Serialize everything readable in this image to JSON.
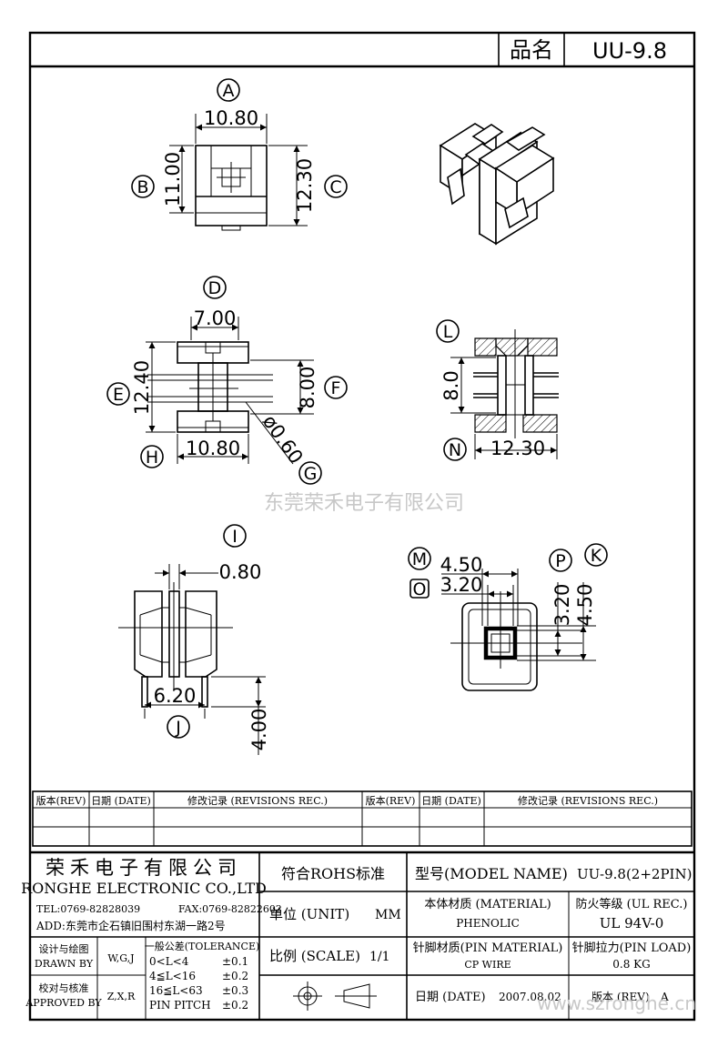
{
  "header": {
    "name_label": "品名",
    "name_value": "UU-9.8"
  },
  "callouts": {
    "A": "A",
    "B": "B",
    "C": "C",
    "D": "D",
    "E": "E",
    "F": "F",
    "G": "G",
    "H": "H",
    "I": "I",
    "J": "J",
    "K": "K",
    "L": "L",
    "M": "M",
    "N": "N",
    "O": "O",
    "P": "P"
  },
  "dimensions": {
    "A": "10.80",
    "B": "11.00",
    "C": "12.30",
    "D": "7.00",
    "E": "12.40",
    "F": "8.00",
    "G": "ø0.60",
    "H": "10.80",
    "I": "0.80",
    "J": "6.20",
    "J2": "4.00",
    "L": "8.0",
    "N": "12.30",
    "M": "4.50",
    "O": "3.20",
    "P": "3.20",
    "K": "4.50"
  },
  "watermark_center": "东莞荣禾电子有限公司",
  "watermark_corner": "www.szronghe.cn",
  "revisions": {
    "headers": [
      "版本(REV)",
      "日期 (DATE)",
      "修改记录 (REVISIONS REC.)",
      "版本(REV)",
      "日期 (DATE)",
      "修改记录 (REVISIONS REC.)"
    ]
  },
  "company": {
    "name_cn": "荣禾电子有限公司",
    "name_en": "RONGHE ELECTRONIC CO.,LTD",
    "tel": "TEL:0769-82828039",
    "fax": "FAX:0769-82822602",
    "address": "ADD:东莞市企石镇旧围村东湖一路2号"
  },
  "signoff": {
    "design_cn": "设计与绘图",
    "design_en": "DRAWN BY",
    "design_value": "W,G,J",
    "check_cn": "校对与核准",
    "check_en": "APPROVED BY",
    "check_value": "Z,X,R"
  },
  "tolerance": {
    "title": "一般公差(TOLERANCE)",
    "rows": [
      {
        "range": "0<L<4",
        "value": "±0.1"
      },
      {
        "range": "4≦L<16",
        "value": "±0.2"
      },
      {
        "range": "16≦L<63",
        "value": "±0.3"
      },
      {
        "range": "PIN PITCH",
        "value": "±0.2"
      }
    ]
  },
  "spec": {
    "rohs": "符合ROHS标准",
    "unit_label": "单位 (UNIT)",
    "unit_value": "MM",
    "scale_label": "比例 (SCALE)",
    "scale_value": "1/1",
    "model_label": "型号(MODEL NAME)",
    "model_value": "UU-9.8(2+2PIN)",
    "material_label": "本体材质 (MATERIAL)",
    "material_value": "PHENOLIC",
    "ul_label": "防火等级 (UL REC.)",
    "ul_value": "UL 94V-0",
    "pin_material_label": "针脚材质(PIN MATERIAL)",
    "pin_material_value": "CP WIRE",
    "pin_load_label": "针脚拉力(PIN LOAD)",
    "pin_load_value": "0.8 KG",
    "date_label": "日期 (DATE)",
    "date_value": "2007.08.02",
    "rev_label": "版本 (REV)",
    "rev_value": "A"
  }
}
